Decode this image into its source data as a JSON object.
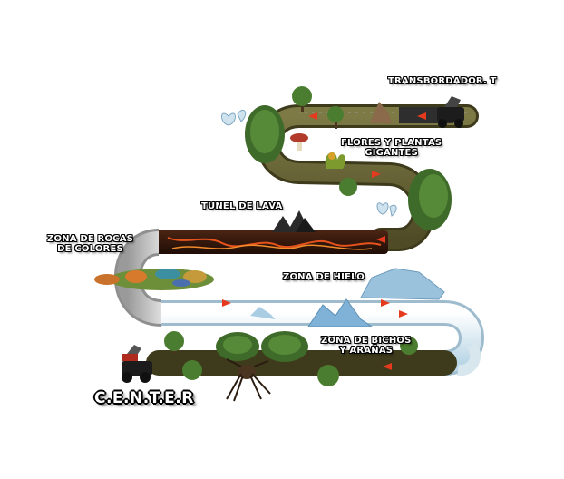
{
  "map": {
    "zones": [
      {
        "id": "transbordador",
        "label": "TRANSBORDADOR. T"
      },
      {
        "id": "flores",
        "line1": "FLORES Y PLANTAS",
        "line2": "GIGANTES"
      },
      {
        "id": "lava",
        "label": "TUNEL DE LAVA"
      },
      {
        "id": "rocas",
        "line1": "ZONA DE ROCAS",
        "line2": "DE COLORES"
      },
      {
        "id": "hielo",
        "label": "ZONA DE HIELO"
      },
      {
        "id": "bichos",
        "line1": "ZONA DE BICHOS",
        "line2": "Y ARAÑAS"
      }
    ],
    "start_label": "C.E.N.T.E.R"
  },
  "colors": {
    "ground_path": "#6f6b3c",
    "lava_path": "#3a1c10",
    "lava_glow": "#e8531d",
    "ice_path": "#dfeef6",
    "rock_path": "#bdbdbd",
    "tree_green": "#3f6b2a",
    "arrow_red": "#e63a1e"
  },
  "icons": [
    "tree-icon",
    "butterfly-icon",
    "mushroom-icon",
    "vehicle-icon",
    "iceberg-icon",
    "spider-icon",
    "rock-icon",
    "arrow-icon"
  ]
}
